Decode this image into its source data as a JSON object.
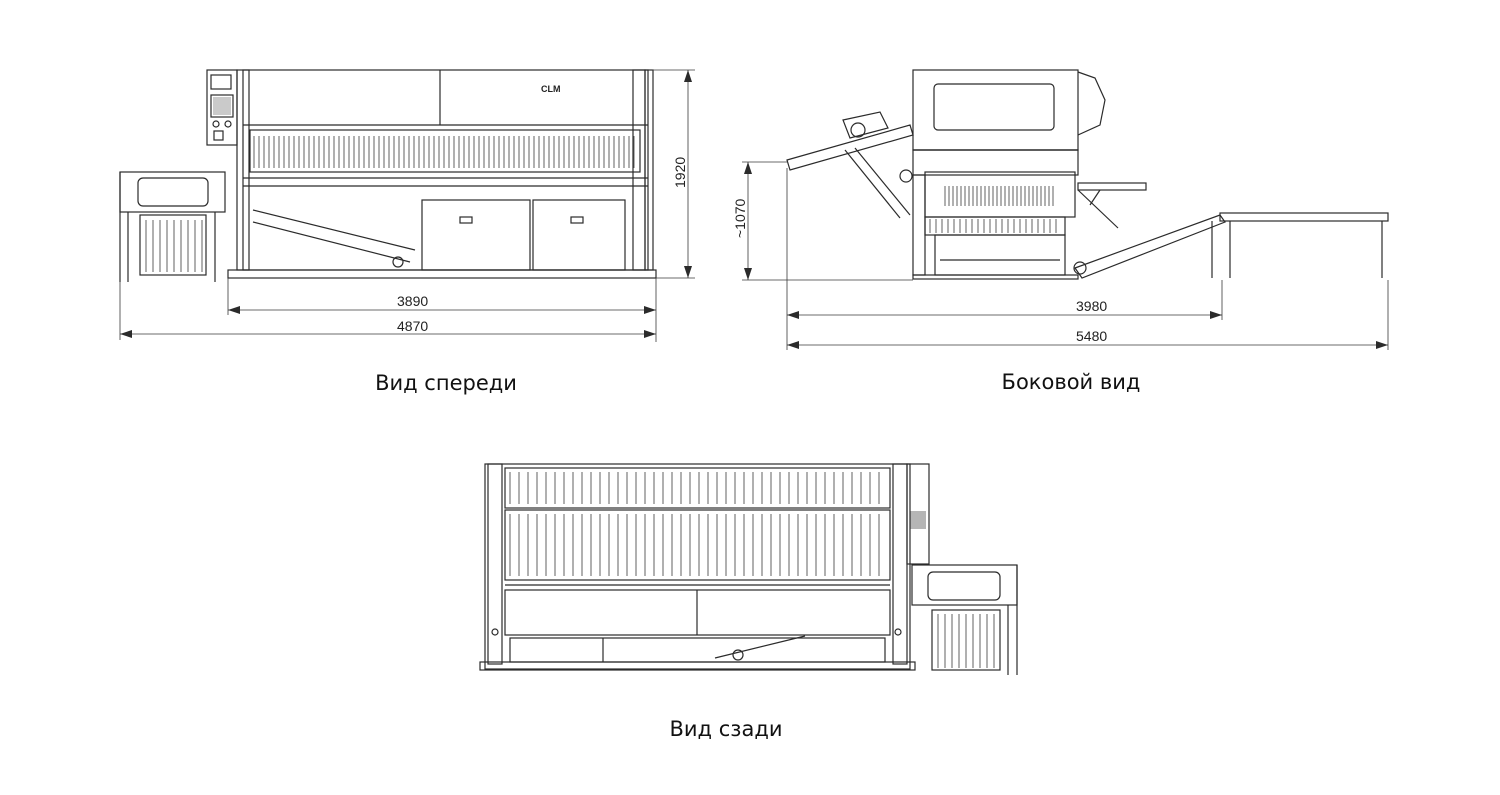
{
  "views": {
    "front": {
      "caption": "Вид спереди",
      "logo": "CLM",
      "dims": {
        "height": "1920",
        "inner_width": "3890",
        "overall_width": "4870"
      }
    },
    "side": {
      "caption": "Боковой вид",
      "dims": {
        "table_height": "~1070",
        "inner_length": "3980",
        "overall_length": "5480"
      }
    },
    "rear": {
      "caption": "Вид сзади"
    }
  },
  "colors": {
    "line": "#2b2b2b",
    "background": "#ffffff"
  }
}
